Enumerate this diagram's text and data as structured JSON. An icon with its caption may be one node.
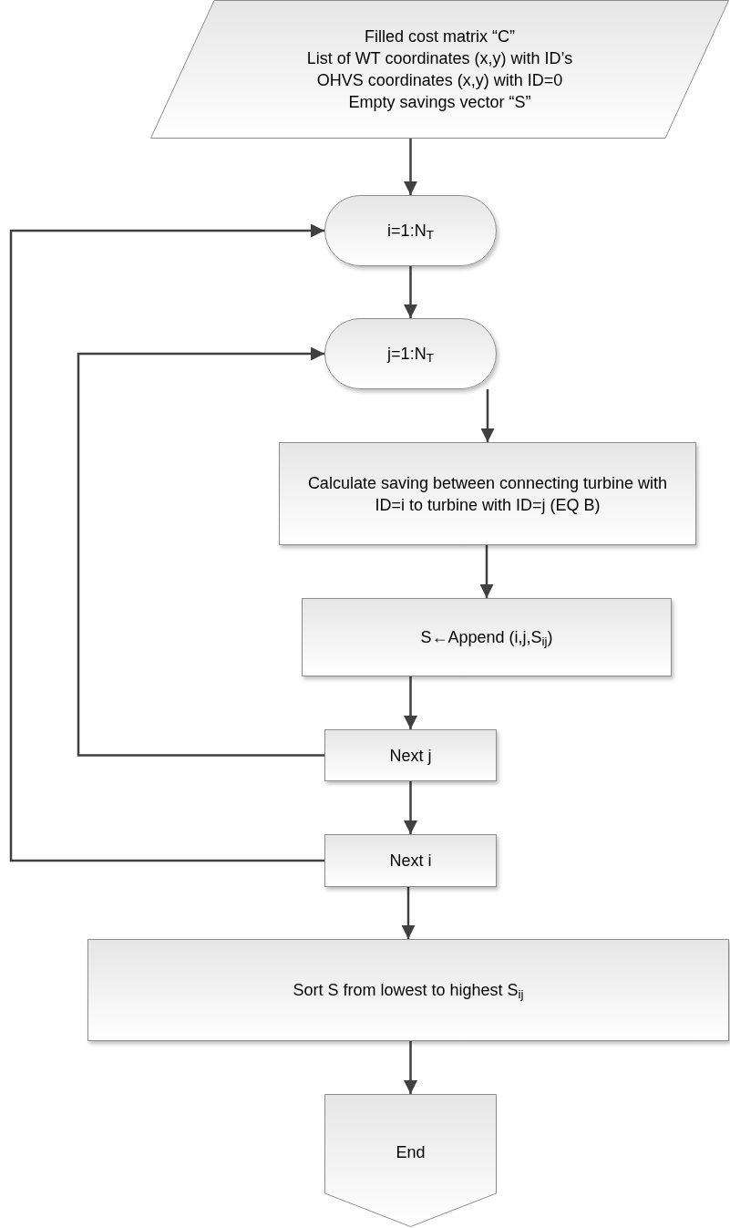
{
  "diagram": {
    "nodes": [
      {
        "text": [
          "Filled cost matrix “C”",
          "List of WT coordinates (x,y) with ID’s",
          "OHVS coordinates (x,y) with ID=0",
          "Empty savings vector “S”"
        ]
      },
      {
        "text": [
          "i=1:N$_{T}$"
        ]
      },
      {
        "text": [
          "j=1:N$_{T}$"
        ]
      },
      {
        "text": [
          "Calculate saving between connecting turbine with ID=i to turbine with ID=j (EQ B)"
        ]
      },
      {
        "text": [
          "S←Append (i,j,S$_{ij}$)"
        ]
      },
      {
        "text": [
          "Next j"
        ]
      },
      {
        "text": [
          "Next i"
        ]
      },
      {
        "text": [
          "Sort S from lowest to highest S$_{ij}$"
        ]
      },
      {
        "text": [
          "End"
        ]
      }
    ],
    "edges": [
      {
        "from": 0,
        "to": 1,
        "arrow": "to"
      },
      {
        "from": 1,
        "to": 2,
        "arrow": "to"
      },
      {
        "from": 2,
        "to": 3,
        "arrow": "to"
      },
      {
        "from": 3,
        "to": 4,
        "arrow": "to"
      },
      {
        "from": 4,
        "to": 5,
        "arrow": "to"
      },
      {
        "from": 5,
        "to": 2,
        "arrow": "to"
      },
      {
        "from": 5,
        "to": 6,
        "arrow": "to"
      },
      {
        "from": 6,
        "to": 1,
        "arrow": "to"
      },
      {
        "from": 6,
        "to": 7,
        "arrow": "to"
      },
      {
        "from": 7,
        "to": 8,
        "arrow": "to"
      }
    ]
  }
}
